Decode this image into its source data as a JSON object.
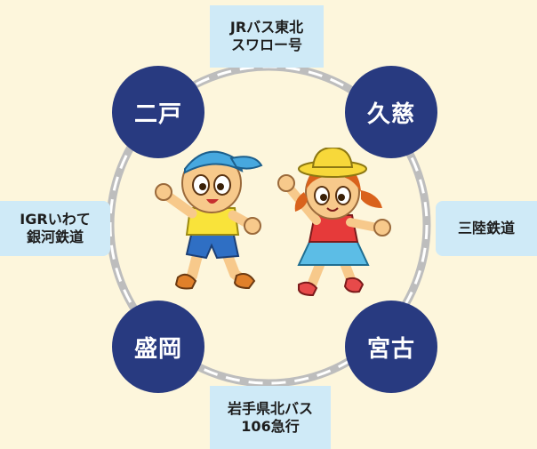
{
  "cities": {
    "ninohe": "二戸",
    "kuji": "久慈",
    "morioka": "盛岡",
    "miyako": "宮古"
  },
  "routes": {
    "top": {
      "line1": "JRバス東北",
      "line2": "スワロー号"
    },
    "left": {
      "line1": "IGRいわて",
      "line2": "銀河鉄道"
    },
    "right": {
      "line1": "三陸鉄道"
    },
    "bottom": {
      "line1": "岩手県北バス",
      "line2": "106急行"
    }
  },
  "colors": {
    "background": "#fdf6dc",
    "city_fill": "#283a80",
    "route_label_fill": "#cfeaf7",
    "ring": "#bdbdbd"
  }
}
